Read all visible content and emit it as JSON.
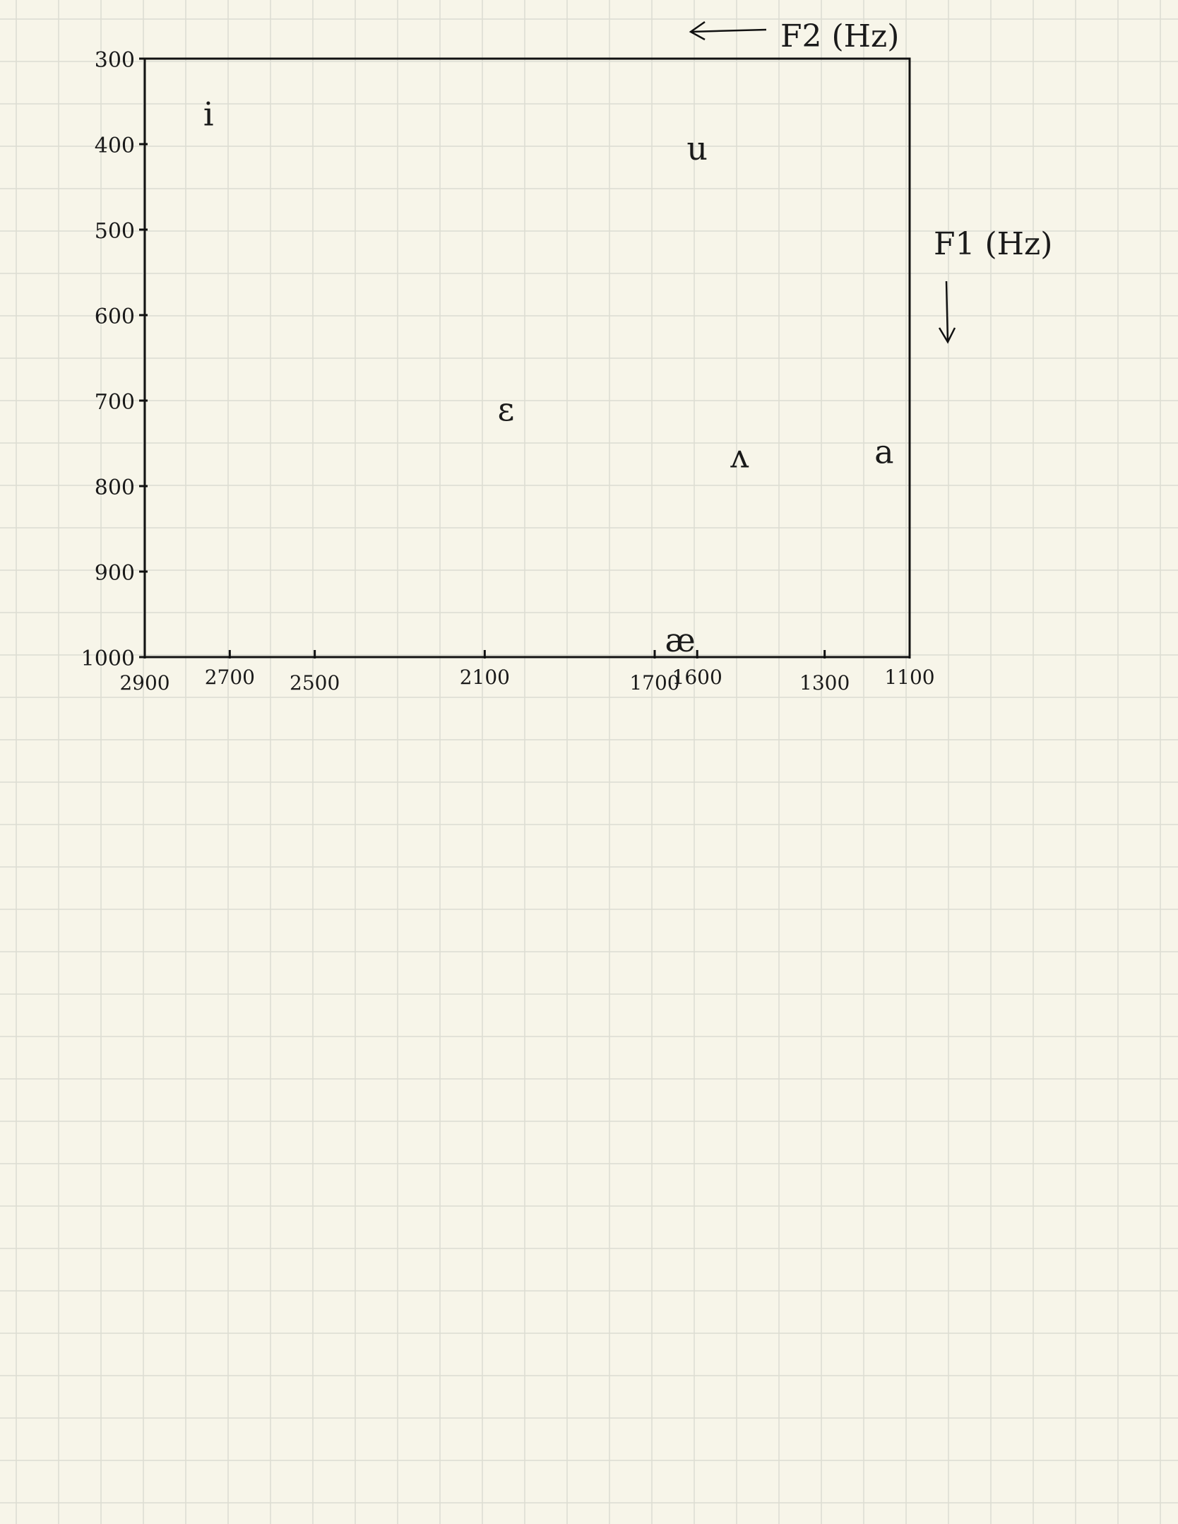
{
  "paper": {
    "background": "#f7f5e9",
    "grid_color": "#dcdcd2",
    "ink": "#111111"
  },
  "chart_data": {
    "type": "scatter",
    "title": "",
    "xlabel": "F2 (Hz)",
    "ylabel": "F1 (Hz)",
    "x_direction": "reversed",
    "y_direction": "reversed",
    "xlim": [
      2900,
      1100
    ],
    "ylim": [
      300,
      1000
    ],
    "x_ticks": [
      2900,
      2700,
      2500,
      2100,
      1700,
      1600,
      1300,
      1100
    ],
    "y_ticks": [
      300,
      400,
      500,
      600,
      700,
      800,
      900,
      1000
    ],
    "grid": false,
    "points": [
      {
        "label": "i",
        "x": 2750,
        "y": 365
      },
      {
        "label": "u",
        "x": 1600,
        "y": 405
      },
      {
        "label": "ɛ",
        "x": 2050,
        "y": 710
      },
      {
        "label": "ʌ",
        "x": 1500,
        "y": 765
      },
      {
        "label": "a",
        "x": 1160,
        "y": 760
      },
      {
        "label": "æ",
        "x": 1640,
        "y": 980
      }
    ]
  }
}
